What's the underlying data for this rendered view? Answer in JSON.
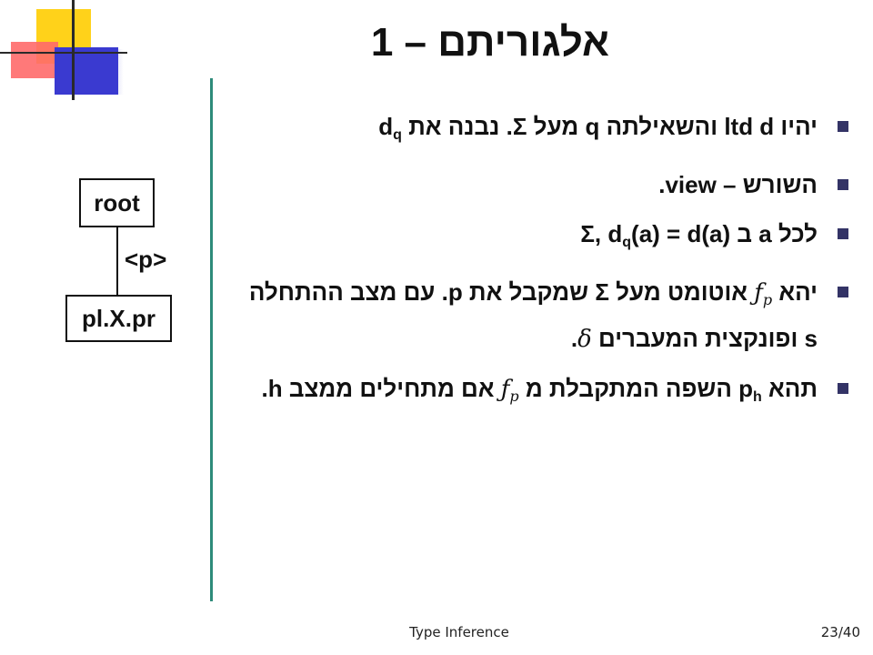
{
  "slide": {
    "title": "אלגוריתם – 1",
    "footer_title": "Type Inference",
    "footer_page": "23/40"
  },
  "bullets": {
    "b1": {
      "a": "יהיו ",
      "b": "ltd d",
      "c": " והשאילתה ",
      "d": "q",
      "e": " מעל Σ. נבנה את ",
      "f": "d",
      "g": "q"
    },
    "b2": {
      "a": "השורש – ",
      "b": "view",
      "c": "."
    },
    "b3": {
      "a": "לכל ",
      "b": "a",
      "c": " ב Σ, ",
      "d": "d",
      "e": "q",
      "f": "(a) = d(a)"
    },
    "b4": {
      "a": "יהא ",
      "f": "ƒ",
      "p": "p",
      "b": " אוטומט מעל Σ שמקבל את ",
      "c": "p",
      "d": ". עם מצב ההתחלה ",
      "e": "s",
      "g": " ופונקצית המעברים ",
      "delta": "δ",
      "h": "."
    },
    "b5": {
      "a": "תהא ",
      "b": "p",
      "bsub": "h",
      "c": " השפה המתקבלת מ ",
      "f": "ƒ",
      "p": "p",
      "d": " אם מתחילים ממצב ",
      "e": "h",
      "g": "."
    }
  },
  "tree": {
    "root": "root",
    "edge_label": "<p>",
    "child": "pl.X.pr"
  },
  "colors": {
    "divider": "#2e8b7a",
    "bullet_mark": "#333366",
    "deco_yellow": "#ffd21a",
    "deco_red": "#ff6a6a",
    "deco_blue": "#3a3ad0"
  }
}
